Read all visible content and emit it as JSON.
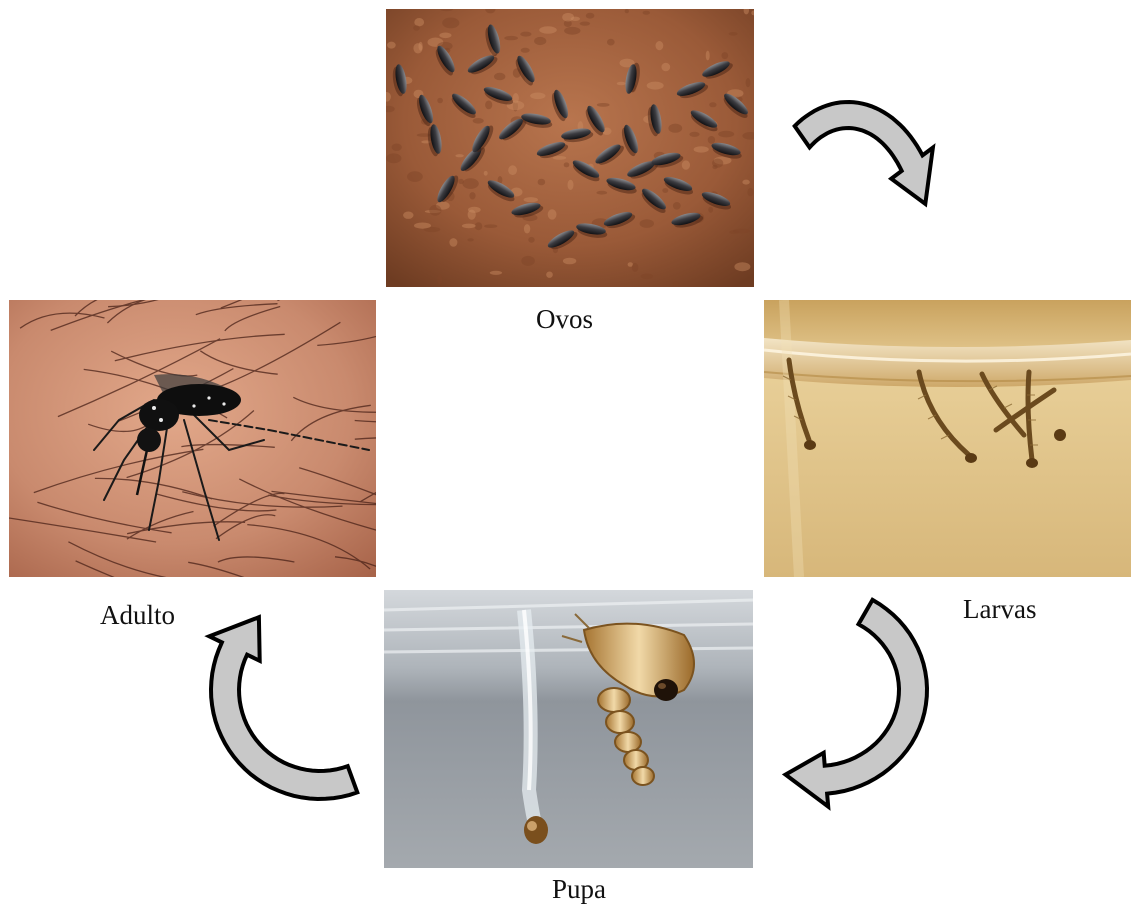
{
  "diagram": {
    "stages": [
      {
        "id": "ovos",
        "label": "Ovos"
      },
      {
        "id": "larvas",
        "label": "Larvas"
      },
      {
        "id": "pupa",
        "label": "Pupa"
      },
      {
        "id": "adulto",
        "label": "Adulto"
      }
    ],
    "colors": {
      "arrow_fill": "#c8c8c8",
      "arrow_outline": "#000000",
      "egg_background": "#9a5a38",
      "larva_water": "#dcbf86",
      "pupa_background": "#8f959c",
      "adult_skin": "#c98a6e"
    },
    "flow": [
      "ovos",
      "larvas",
      "pupa",
      "adulto",
      "ovos"
    ]
  }
}
